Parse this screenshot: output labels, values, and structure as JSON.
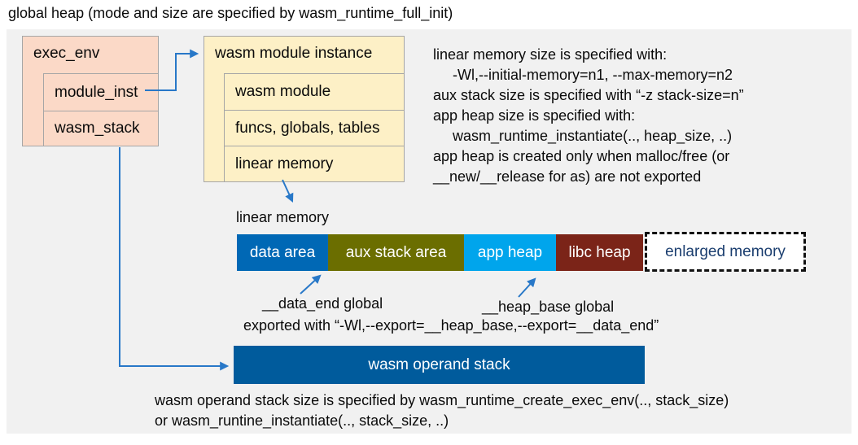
{
  "title": "global heap (mode and size are specified by wasm_runtime_full_init)",
  "exec_env": {
    "title": "exec_env",
    "children": [
      "module_inst",
      "wasm_stack"
    ]
  },
  "module_instance": {
    "title": "wasm module instance",
    "children": [
      "wasm module",
      "funcs, globals, tables",
      "linear memory"
    ]
  },
  "notes_right": {
    "lines": [
      "linear memory size is specified with:",
      "-Wl,--initial-memory=n1, --max-memory=n2",
      "aux stack size is specified with “-z stack-size=n”",
      "app heap size is specified with:",
      "wasm_runtime_instantiate(.., heap_size, ..)",
      "app heap is created only when malloc/free (or",
      "__new/__release for as) are not exported"
    ]
  },
  "linear_memory": {
    "label": "linear memory",
    "segments": [
      {
        "label": "data area",
        "color": "#0068b5"
      },
      {
        "label": "aux stack area",
        "color": "#6b6e00"
      },
      {
        "label": "app heap",
        "color": "#00a5ec"
      },
      {
        "label": "libc heap",
        "color": "#7b2418"
      },
      {
        "label": "enlarged memory",
        "color": "#ffffff",
        "border": "dashed"
      }
    ],
    "annotations": {
      "data_end": "__data_end global",
      "heap_base": "__heap_base global",
      "exported": "exported with “-Wl,--export=__heap_base,--export=__data_end”"
    }
  },
  "operand_stack": {
    "label": "wasm operand stack",
    "color": "#005b9c"
  },
  "notes_bottom": {
    "lines": [
      "wasm operand stack size is specified by wasm_runtime_create_exec_env(.., stack_size)",
      "or wasm_runtine_instantiate(.., stack_size, ..)"
    ]
  },
  "colors": {
    "panel_background": "#f1f1f1",
    "exec_env_fill": "#fbd9c7",
    "module_instance_fill": "#fdf0c6",
    "arrow": "#2878c8",
    "enlarged_memory_text": "#1b3e6f"
  }
}
